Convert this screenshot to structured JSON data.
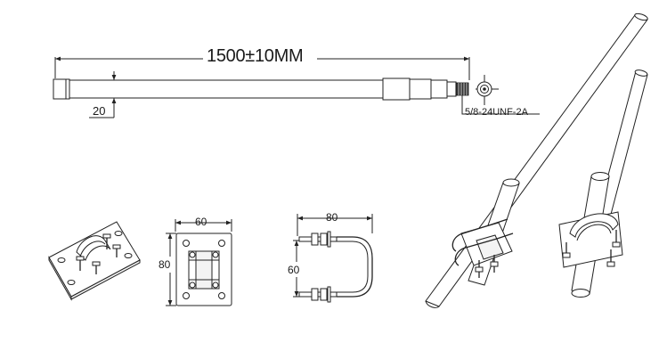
{
  "dimensions": {
    "antenna_length": "1500±10MM",
    "antenna_diameter": "20",
    "connector_thread": "5/8-24UNF-2A",
    "plate_width": "60",
    "plate_height": "80",
    "ubolt_width": "80",
    "ubolt_height": "60"
  },
  "colors": {
    "line": "#222222",
    "background": "#ffffff",
    "shading": "#f3f3f3"
  }
}
